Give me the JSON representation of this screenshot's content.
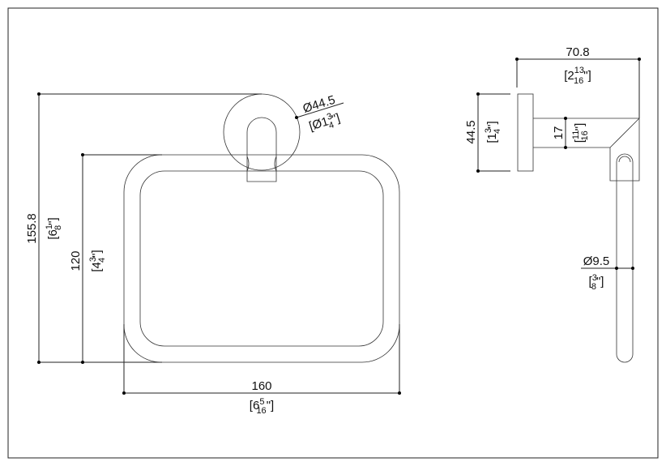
{
  "dimensions": {
    "overall_height": {
      "mm": "155.8",
      "inch_whole": "[6",
      "inch_num": "1",
      "inch_den": "8",
      "inch_close": "\"]"
    },
    "ring_height": {
      "mm": "120",
      "inch_whole": "[4",
      "inch_num": "3",
      "inch_den": "4",
      "inch_close": "\"]"
    },
    "ring_width": {
      "mm": "160",
      "inch_whole": "[6",
      "inch_num": "5",
      "inch_den": "16",
      "inch_close": "\"]"
    },
    "rosette_diameter": {
      "mm": "Ø44.5",
      "inch_whole": "[Ø1",
      "inch_num": "3",
      "inch_den": "4",
      "inch_close": "\"]"
    },
    "projection": {
      "mm": "70.8",
      "inch_whole": "[2",
      "inch_num": "13",
      "inch_den": "16",
      "inch_close": "\"]"
    },
    "plate_height": {
      "mm": "44.5",
      "inch_whole": "[1",
      "inch_num": "3",
      "inch_den": "4",
      "inch_close": "\"]"
    },
    "arm_height": {
      "mm": "17",
      "inch_whole": "[",
      "inch_num": "11",
      "inch_den": "16",
      "inch_close": "\"]"
    },
    "rod_diameter": {
      "mm": "Ø9.5",
      "inch_whole": "[",
      "inch_num": "3",
      "inch_den": "8",
      "inch_close": "\"]"
    }
  }
}
